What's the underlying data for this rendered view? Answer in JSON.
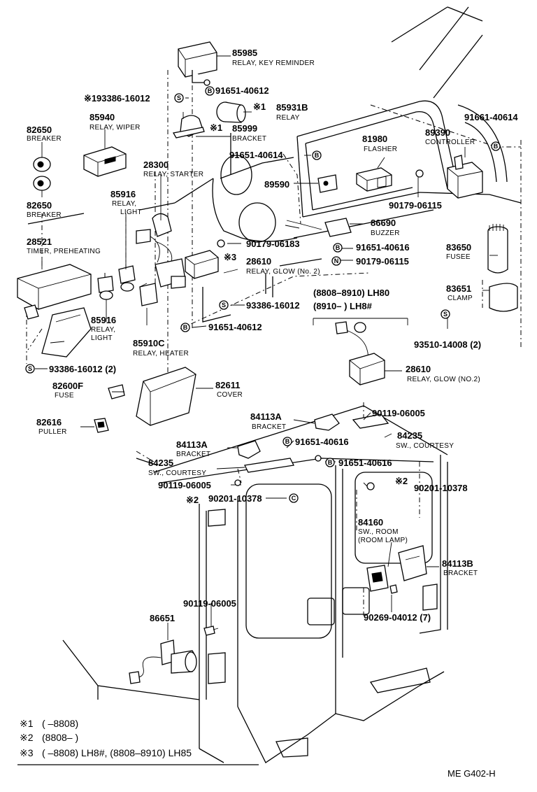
{
  "labels": {
    "p85985": {
      "num": "85985",
      "name": "RELAY, KEY REMINDER"
    },
    "p91651_a": {
      "num": "91651-40612"
    },
    "p93386_top": {
      "num": "93386-16012"
    },
    "p85931B": {
      "num": "85931B",
      "name": "RELAY"
    },
    "p85999": {
      "num": "85999",
      "name": "BRACKET"
    },
    "p85940": {
      "num": "85940",
      "name": "RELAY, WIPER"
    },
    "p82650_a": {
      "num": "82650",
      "name": "BREAKER"
    },
    "p82650_b": {
      "num": "82650",
      "name": "BREAKER"
    },
    "p28300": {
      "num": "28300",
      "name": "RELAY, STARTER"
    },
    "p91651_b": {
      "num": "91651-40614"
    },
    "p81980": {
      "num": "81980",
      "name": "FLASHER"
    },
    "p89390": {
      "num": "89390",
      "name": "CONTROLLER"
    },
    "p91661": {
      "num": "91661-40614"
    },
    "p89590": {
      "num": "89590"
    },
    "p90179_a": {
      "num": "90179-06115"
    },
    "p85916_a": {
      "num": "85916",
      "name1": "RELAY,",
      "name2": "LIGHT"
    },
    "p86690": {
      "num": "86690",
      "name": "BUZZER"
    },
    "p90179_b": {
      "num": "90179-06183"
    },
    "p91651_c": {
      "num": "91651-40616"
    },
    "p90179_c": {
      "num": "90179-06115"
    },
    "p83650": {
      "num": "83650",
      "name": "FUSEE"
    },
    "p28521": {
      "num": "28521",
      "name": "TIMER, PREHEATING"
    },
    "p28610_a": {
      "num": "28610",
      "name": "RELAY, GLOW (No. 2)"
    },
    "p83651": {
      "num": "83651",
      "name": "CLAMP"
    },
    "range1": {
      "text": "(8808–8910) LH80"
    },
    "range2": {
      "text": "(8910–        ) LH8#"
    },
    "p93386_mid": {
      "num": "93386-16012"
    },
    "p85916_b": {
      "num": "85916",
      "name1": "RELAY,",
      "name2": "LIGHT"
    },
    "p91651_d": {
      "num": "91651-40612"
    },
    "p85910C": {
      "num": "85910C",
      "name": "RELAY, HEATER"
    },
    "p93510": {
      "num": "93510-14008 (2)"
    },
    "p93386_bot": {
      "num": "93386-16012 (2)"
    },
    "p28610_b": {
      "num": "28610",
      "name": "RELAY, GLOW (NO.2)"
    },
    "p82600F": {
      "num": "82600F",
      "name": "FUSE"
    },
    "p82611": {
      "num": "82611",
      "name": "COVER"
    },
    "p82616": {
      "num": "82616",
      "name": "PULLER"
    },
    "p84113A_a": {
      "num": "84113A",
      "name": "BRACKET"
    },
    "p90119_a": {
      "num": "90119-06005"
    },
    "p84113A_b": {
      "num": "84113A",
      "name": "BRACKET"
    },
    "p91651_e": {
      "num": "91651-40616"
    },
    "p84235_a": {
      "num": "84235",
      "name": "SW., COURTESY"
    },
    "p84235_b": {
      "num": "84235",
      "name": "SW., COURTESY"
    },
    "p91651_f": {
      "num": "91651-40616"
    },
    "p90119_b": {
      "num": "90119-06005"
    },
    "p90201_a": {
      "num": "90201-10378"
    },
    "p90201_b": {
      "num": "90201-10378"
    },
    "p84160": {
      "num": "84160",
      "name1": "SW., ROOM",
      "name2": "(ROOM LAMP)"
    },
    "p84113B": {
      "num": "84113B",
      "name": "BRACKET"
    },
    "p90119_c": {
      "num": "90119-06005"
    },
    "p86651": {
      "num": "86651"
    },
    "p90269": {
      "num": "90269-04012 (7)"
    }
  },
  "marks": {
    "note1": "※1",
    "note2": "※2",
    "note3": "※3"
  },
  "symbols": {
    "washer": "S",
    "bolt": "B",
    "nut": "N",
    "clip": "C"
  },
  "notes": [
    {
      "mark": "※1",
      "text": "(      –8808)"
    },
    {
      "mark": "※2",
      "text": "(8808–        )"
    },
    {
      "mark": "※3",
      "text": "(      –8808) LH8#,  (8808–8910) LH85"
    }
  ],
  "code": "ME  G402-H"
}
